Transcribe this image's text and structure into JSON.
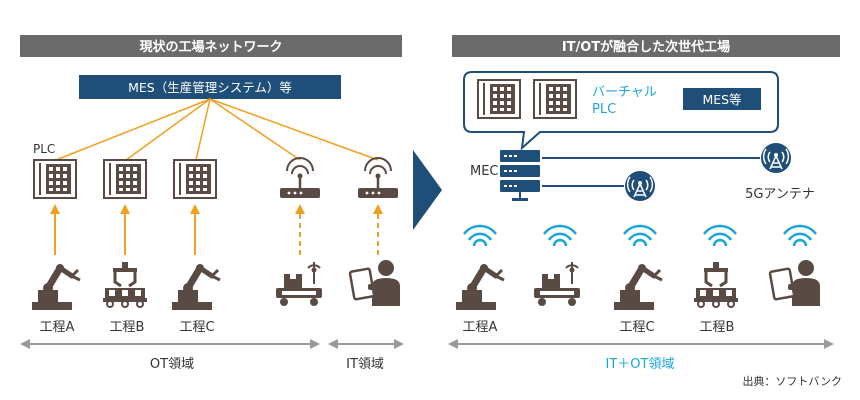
{
  "left_panel": {
    "header": "現状の工場ネットワーク",
    "mes_label": "MES（生産管理システム）等",
    "plc_label": "PLC",
    "processes": [
      "工程A",
      "工程B",
      "工程C"
    ],
    "ot_domain": "OT領域",
    "it_domain": "IT領域"
  },
  "right_panel": {
    "header": "IT/OTが融合した次世代工場",
    "virtual_plc_label": "バーチャル\nPLC",
    "mes_badge": "MES等",
    "mec_label": "MEC",
    "antenna_label": "5Gアンテナ",
    "processes": [
      "工程A",
      "工程C",
      "工程B"
    ],
    "domain": "IT＋OT領域"
  },
  "source": "出典：ソフトバンク",
  "colors": {
    "header_bg": "#6b6b6b",
    "navy": "#1f4e79",
    "orange": "#f0a020",
    "cyan": "#1ba6d9",
    "brown": "#5a4a44",
    "arrow_gray": "#b0b0b0"
  }
}
